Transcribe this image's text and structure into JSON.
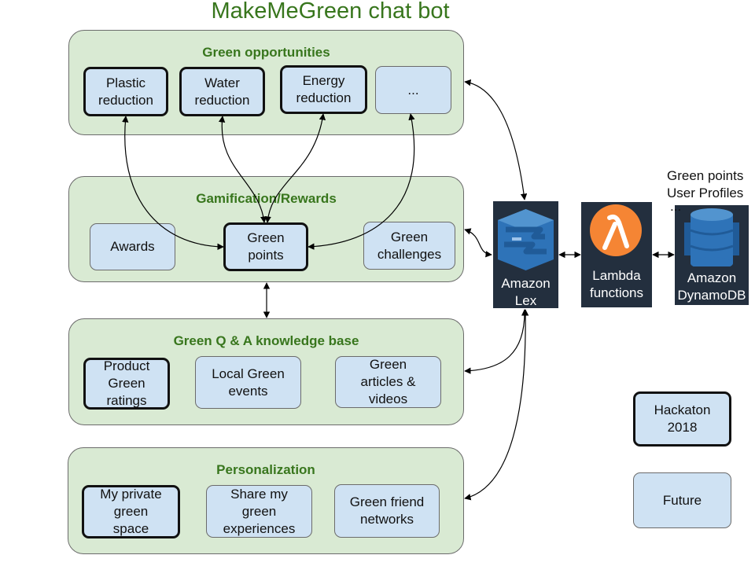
{
  "title": "MakeMeGreen chat bot",
  "groups": {
    "opportunities": {
      "title": "Green opportunities",
      "items": [
        "Plastic\nreduction",
        "Water\nreduction",
        "Energy\nreduction",
        "..."
      ]
    },
    "gamification": {
      "title": "Gamification/Rewards",
      "items": [
        "Awards",
        "Green\npoints",
        "Green\nchallenges"
      ]
    },
    "knowledge": {
      "title": "Green Q & A knowledge base",
      "items": [
        "Product\nGreen\nratings",
        "Local Green\nevents",
        "Green\narticles &\nvideos"
      ]
    },
    "personalization": {
      "title": "Personalization",
      "items": [
        "My private\ngreen\nspace",
        "Share my\ngreen\nexperiences",
        "Green friend\nnetworks"
      ]
    }
  },
  "services": {
    "lex": "Amazon\nLex",
    "lambda": "Lambda\nfunctions",
    "dynamo": "Amazon\nDynamoDB"
  },
  "dynamo_labels": [
    "Green points",
    "User Profiles",
    "..."
  ],
  "legend": {
    "hackaton": "Hackaton\n2018",
    "future": "Future"
  },
  "colors": {
    "group_fill": "#d9ead3",
    "box_fill": "#cfe2f3",
    "title_green": "#38761d",
    "aws_dark": "#232f3e",
    "lambda_orange": "#f58534",
    "lex_blue": "#2e73b8"
  }
}
